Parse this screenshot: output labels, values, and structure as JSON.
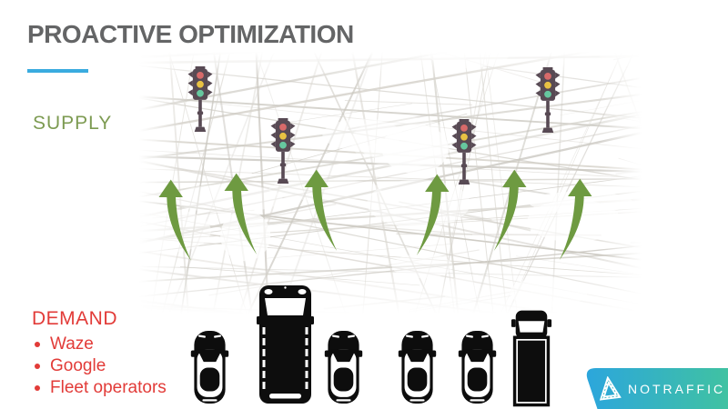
{
  "slide": {
    "title": "PROACTIVE OPTIMIZATION",
    "supply": {
      "label": "SUPPLY"
    },
    "demand": {
      "label": "DEMAND",
      "items": [
        "Waze",
        "Google",
        "Fleet operators"
      ]
    },
    "diagram": {
      "traffic_light_count": 4,
      "flow_arrow_count": 6,
      "vehicles": [
        "car",
        "bus",
        "car",
        "car",
        "car",
        "truck"
      ]
    },
    "logo": {
      "text": "NOTRAFFIC"
    },
    "colors": {
      "title_gray": "#646566",
      "accent_line_blue": "#3AABDF",
      "supply_green": "#7D9B52",
      "demand_red": "#E23B38",
      "arrow_green": "#6E9A41",
      "signal_body": "#584A54",
      "signal_red": "#D76A6A",
      "signal_yellow": "#E8C243",
      "signal_green": "#66C79F",
      "map_line_gray": "#D6D3CC",
      "vehicle_black": "#0D0D0D",
      "logo_gradient_start": "#2CA6DC",
      "logo_gradient_end": "#40C2A2"
    }
  }
}
